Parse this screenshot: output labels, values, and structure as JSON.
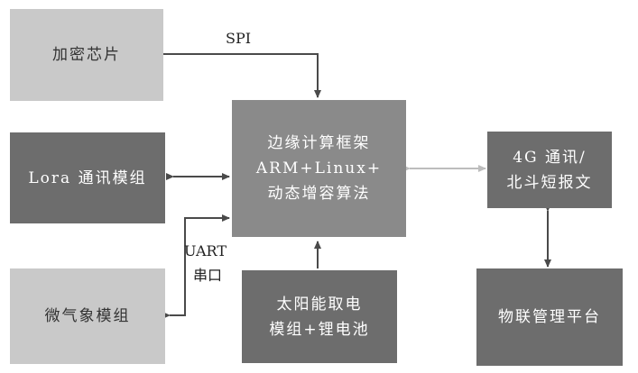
{
  "boxes": {
    "crypto_chip": {
      "lines": [
        "加密芯片"
      ]
    },
    "lora": {
      "lines": [
        "Lora 通讯模组"
      ]
    },
    "micro_weather": {
      "lines": [
        "微气象模组"
      ]
    },
    "edge_framework": {
      "lines": [
        "边缘计算框架",
        "ARM+Linux+",
        "动态增容算法"
      ]
    },
    "solar": {
      "lines": [
        "太阳能取电",
        "模组+锂电池"
      ]
    },
    "comm_4g": {
      "lines": [
        "4G 通讯/",
        "北斗短报文"
      ]
    },
    "iot_platform": {
      "lines": [
        "物联管理平台"
      ]
    }
  },
  "labels": {
    "spi": "SPI",
    "uart": "UART",
    "serial": "串口"
  },
  "colors": {
    "light_box": "#c9c9c9",
    "mid_box": "#8a8a8a",
    "dark_box": "#6d6d6d",
    "arrow_dark": "#4a4a4a",
    "arrow_light": "#bdbdbd"
  }
}
